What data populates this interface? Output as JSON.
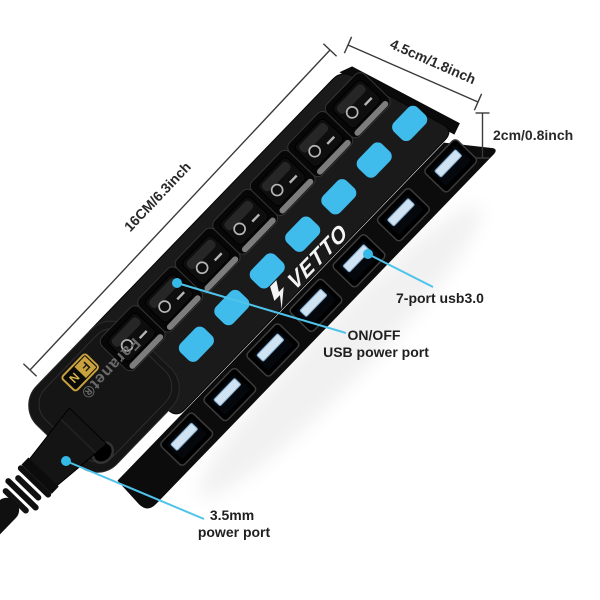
{
  "device": {
    "brand": "VETTO",
    "label": "Faranet®",
    "logo_f": "F",
    "logo_n": "N",
    "ports_count": 7,
    "switches_count": 7,
    "leds_count": 7
  },
  "dimensions": {
    "length": "16CM/6.3inch",
    "width": "4.5cm/1.8inch",
    "height": "2cm/0.8inch"
  },
  "callouts": {
    "ports": "7-port usb3.0",
    "switch_line1": "ON/OFF",
    "switch_line2": "USB power port",
    "power_line1": "3.5mm",
    "power_line2": "power port"
  },
  "colors": {
    "background": "#ffffff",
    "body_black": "#1a1a1a",
    "led_blue": "#3fbcec",
    "callout_cyan": "#4fc3ea",
    "logo_gold": "#c9a23e"
  }
}
